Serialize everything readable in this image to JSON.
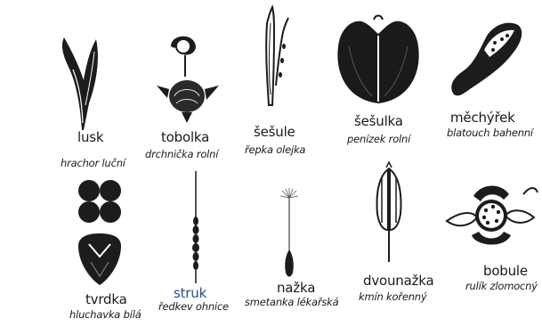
{
  "fruits": [
    {
      "id": "lusk",
      "name": "lusk",
      "species": "hrachor luční",
      "icon": "legume-pod-icon"
    },
    {
      "id": "tobolka",
      "name": "tobolka",
      "species": "drchnička rolní",
      "icon": "capsule-icon"
    },
    {
      "id": "sesule",
      "name": "šešule",
      "species": "řepka olejka",
      "icon": "silique-icon"
    },
    {
      "id": "sesulka",
      "name": "šešulka",
      "species": "penízek rolní",
      "icon": "silicle-icon"
    },
    {
      "id": "mechyrek",
      "name": "měchýřek",
      "species": "blatouch bahenní",
      "icon": "follicle-icon"
    },
    {
      "id": "tvrdka",
      "name": "tvrdka",
      "species": "hluchavka bílá",
      "icon": "nutlet-icon"
    },
    {
      "id": "struk",
      "name": "struk",
      "species": "ředkev ohnice",
      "icon": "lomentum-icon"
    },
    {
      "id": "nazka",
      "name": "nažka",
      "species": "smetanka lékařská",
      "icon": "achene-icon"
    },
    {
      "id": "dvounazka",
      "name": "dvounažka",
      "species": "kmín kořenný",
      "icon": "schizocarp-icon"
    },
    {
      "id": "bobule",
      "name": "bobule",
      "species": "rulík zlomocný",
      "icon": "berry-icon"
    }
  ]
}
